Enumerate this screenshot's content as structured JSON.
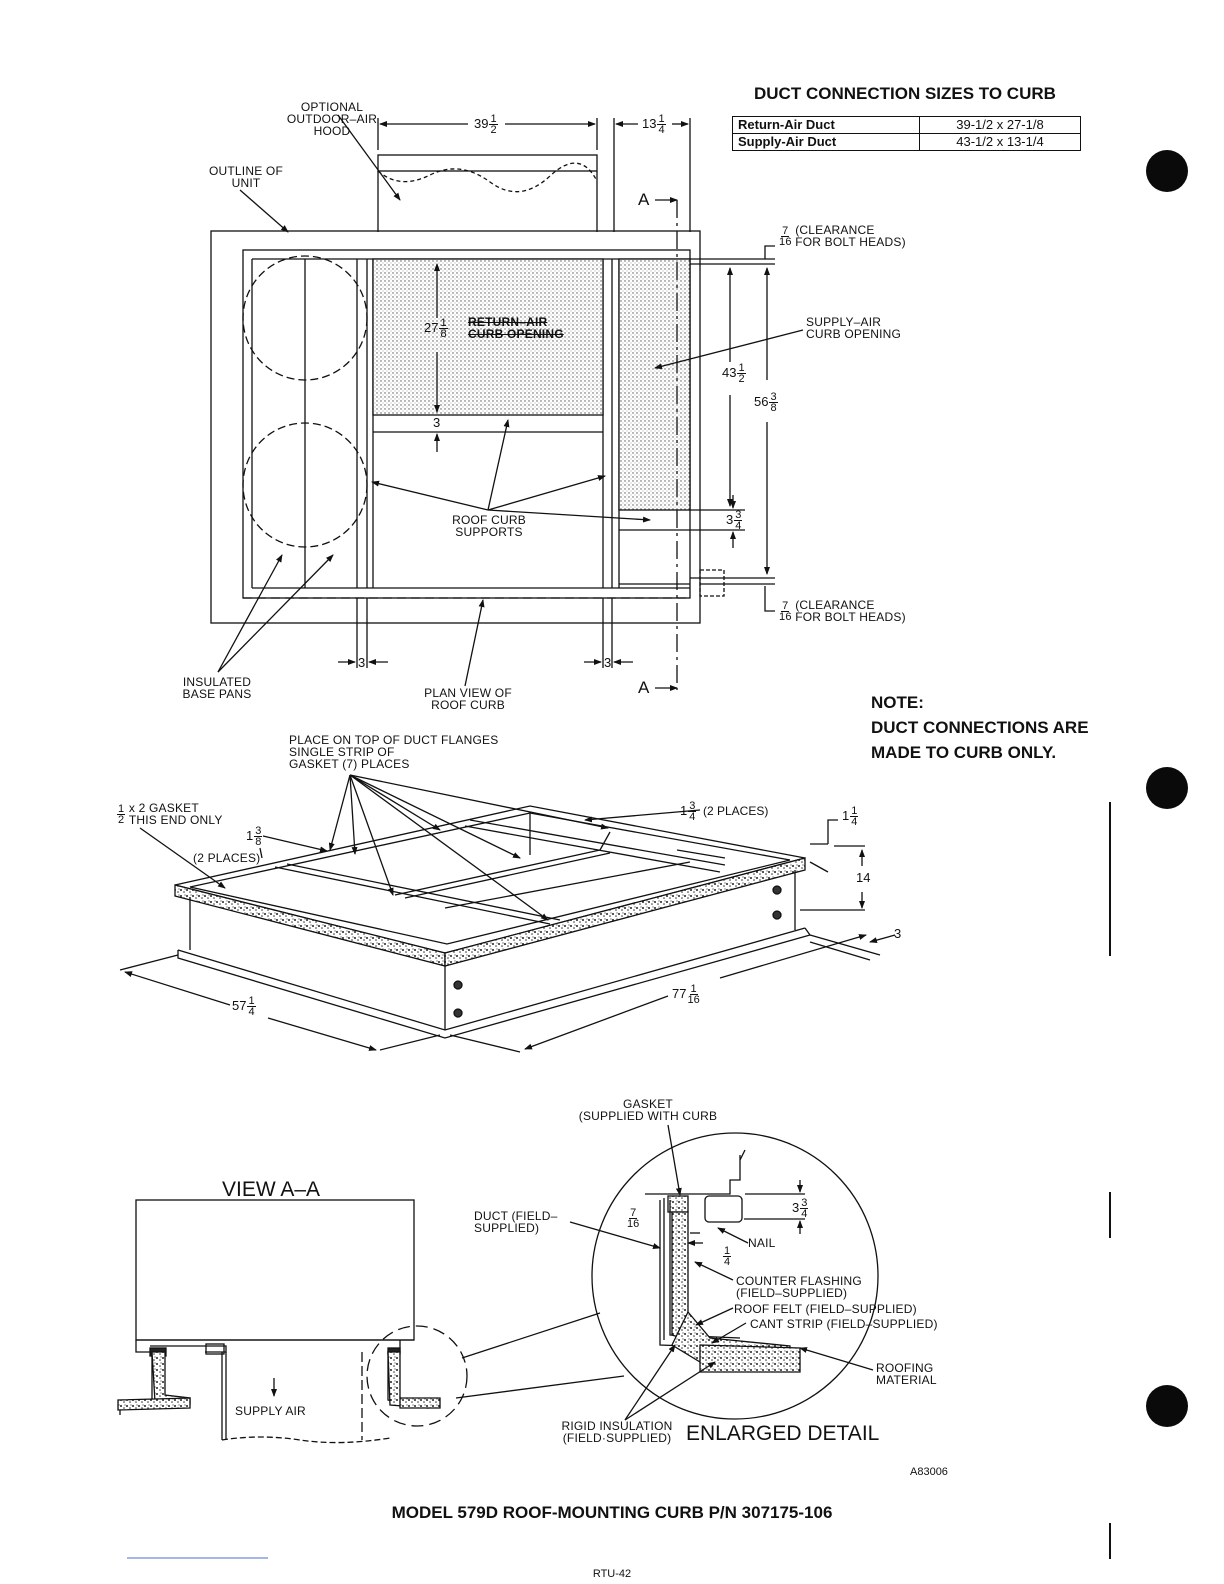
{
  "table": {
    "title": "DUCT CONNECTION SIZES TO CURB",
    "rows": [
      {
        "name": "Return-Air Duct",
        "value": "39-1/2 x 27-1/8"
      },
      {
        "name": "Supply-Air Duct",
        "value": "43-1/2 x 13-1/4"
      }
    ]
  },
  "note": {
    "heading": "NOTE:",
    "line1": "DUCT CONNECTIONS ARE",
    "line2": "MADE TO CURB ONLY."
  },
  "plan_view": {
    "hood_label": [
      "OPTIONAL",
      "OUTDOOR–AIR",
      "HOOD"
    ],
    "outline_label": [
      "OUTLINE OF",
      "UNIT"
    ],
    "dim_39": {
      "whole": "39",
      "num": "1",
      "den": "2"
    },
    "dim_13": {
      "whole": "13",
      "num": "1",
      "den": "4"
    },
    "section_mark": "A",
    "clearance_top": {
      "num": "7",
      "den": "16",
      "text1": "(CLEARANCE",
      "text2": "FOR BOLT HEADS)"
    },
    "clearance_bottom": {
      "num": "7",
      "den": "16",
      "text1": "(CLEARANCE",
      "text2": "FOR BOLT HEADS)"
    },
    "supply_label": [
      "SUPPLY–AIR",
      "CURB OPENING"
    ],
    "return_label": [
      "RETURN–AIR",
      "CURB OPENING"
    ],
    "dim_27": {
      "whole": "27",
      "num": "1",
      "den": "8"
    },
    "dim_43": {
      "whole": "43",
      "num": "1",
      "den": "2"
    },
    "dim_56": {
      "whole": "56",
      "num": "3",
      "den": "8"
    },
    "dim_3_center": "3",
    "dim_3_34": {
      "whole": "3",
      "num": "3",
      "den": "4"
    },
    "supports_label": [
      "ROOF CURB",
      "SUPPORTS"
    ],
    "dim_3_left": "3",
    "dim_3_right": "3",
    "base_pans_label": [
      "INSULATED",
      "BASE PANS"
    ],
    "plan_label": [
      "PLAN VIEW OF",
      "ROOF CURB"
    ]
  },
  "iso_view": {
    "gasket_note": [
      "PLACE ON TOP OF DUCT FLANGES",
      "SINGLE STRIP OF",
      "GASKET (7) PLACES"
    ],
    "half_gasket": {
      "num": "1",
      "den": "2",
      "text1": "x 2 GASKET",
      "text2": "THIS END ONLY"
    },
    "dim_1_38": {
      "whole": "1",
      "num": "3",
      "den": "8"
    },
    "two_places_left": "(2 PLACES)",
    "dim_1_34": {
      "whole": "1",
      "num": "3",
      "den": "4",
      "suffix": "(2 PLACES)"
    },
    "dim_1_14": {
      "whole": "1",
      "num": "1",
      "den": "4"
    },
    "dim_14": "14",
    "dim_3": "3",
    "dim_57": {
      "whole": "57",
      "num": "1",
      "den": "4"
    },
    "dim_77": {
      "whole": "77",
      "num": "1",
      "den": "16"
    }
  },
  "section_view": {
    "title": "VIEW A–A",
    "supply_air": "SUPPLY AIR"
  },
  "detail": {
    "gasket": [
      "GASKET",
      "(SUPPLIED WITH CURB"
    ],
    "duct": [
      "DUCT (FIELD–",
      "SUPPLIED)"
    ],
    "dim_7_16": {
      "num": "7",
      "den": "16"
    },
    "dim_3_34": {
      "whole": "3",
      "num": "3",
      "den": "4"
    },
    "nail": "NAIL",
    "dim_1_4": {
      "num": "1",
      "den": "4"
    },
    "counter_flashing": [
      "COUNTER FLASHING",
      "(FIELD–SUPPLIED)"
    ],
    "roof_felt": "ROOF FELT (FIELD–SUPPLIED)",
    "cant_strip": "CANT STRIP (FIELD–SUPPLIED)",
    "roofing": [
      "ROOFING",
      "MATERIAL"
    ],
    "rigid": [
      "RIGID INSULATION",
      "(FIELD·SUPPLIED)"
    ],
    "title": "ENLARGED DETAIL"
  },
  "drawing_number": "A83006",
  "caption": "MODEL 579D ROOF-MOUNTING CURB P/N 307175-106",
  "page_number": "RTU-42"
}
